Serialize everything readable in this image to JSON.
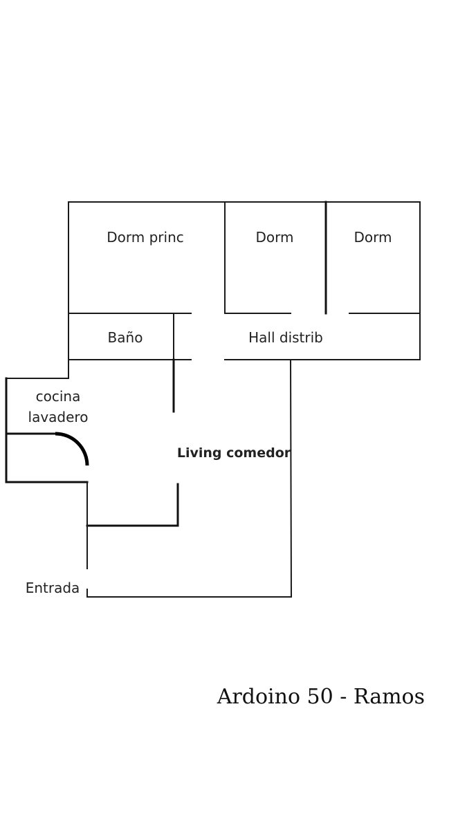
{
  "floor_plan": {
    "rooms": {
      "dorm_princ": "Dorm princ",
      "dorm_2": "Dorm",
      "dorm_3": "Dorm",
      "bano": "Baño",
      "hall": "Hall distrib",
      "cocina_line1": "cocina",
      "cocina_line2": "lavadero",
      "living": "Living comedor",
      "entrada": "Entrada"
    },
    "caption": "Ardoino 50 - Ramos"
  }
}
